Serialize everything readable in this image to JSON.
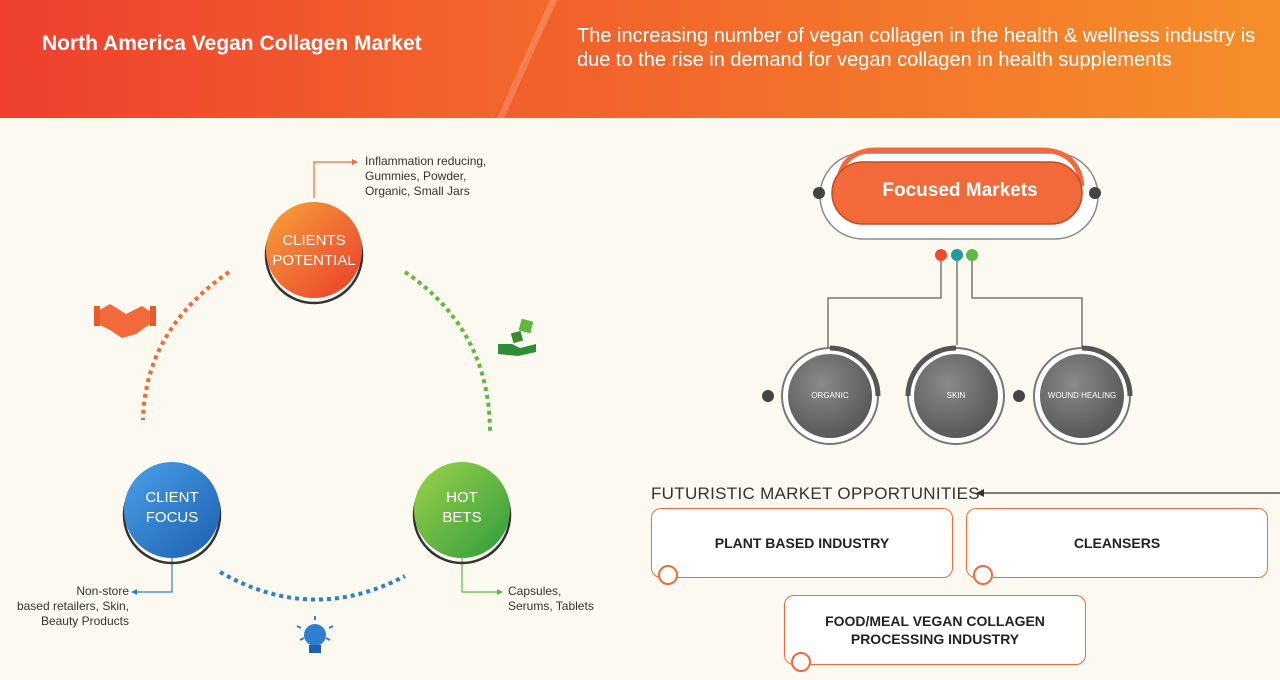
{
  "header": {
    "title": "North America Vegan Collagen Market",
    "subtitle": "The increasing number of vegan collagen in the health & wellness industry is due to the rise in demand for vegan collagen in health supplements"
  },
  "cycle": {
    "clients_potential": {
      "line1": "CLIENTS",
      "line2": "POTENTIAL",
      "note": [
        "Inflammation reducing,",
        "Gummies, Powder,",
        "Organic, Small Jars"
      ]
    },
    "client_focus": {
      "line1": "CLIENT",
      "line2": "FOCUS",
      "note": [
        "Non-store",
        "based retailers, Skin,",
        "Beauty Products"
      ]
    },
    "hot_bets": {
      "line1": "HOT",
      "line2": "BETS",
      "note": [
        "Capsules,",
        "Serums, Tablets"
      ]
    },
    "icons": [
      "handshake-icon",
      "dice-hand-icon",
      "lightbulb-icon"
    ]
  },
  "focused_markets": {
    "label": "Focused Markets",
    "nodes": [
      "ORGANIC",
      "SKIN",
      "WOUND HEALING"
    ]
  },
  "futuristic": {
    "title": "FUTURISTIC MARKET OPPORTUNITIES",
    "boxes": [
      "PLANT BASED INDUSTRY",
      "CLEANSERS"
    ],
    "box3_line1": "FOOD/MEAL VEGAN COLLAGEN",
    "box3_line2": "PROCESSING INDUSTRY"
  },
  "colors": {
    "orange": "#f26a3a",
    "red": "#ef4a2e",
    "green": "#5fb83f",
    "blue": "#2f7fcf",
    "grey": "#6e6e6e"
  }
}
